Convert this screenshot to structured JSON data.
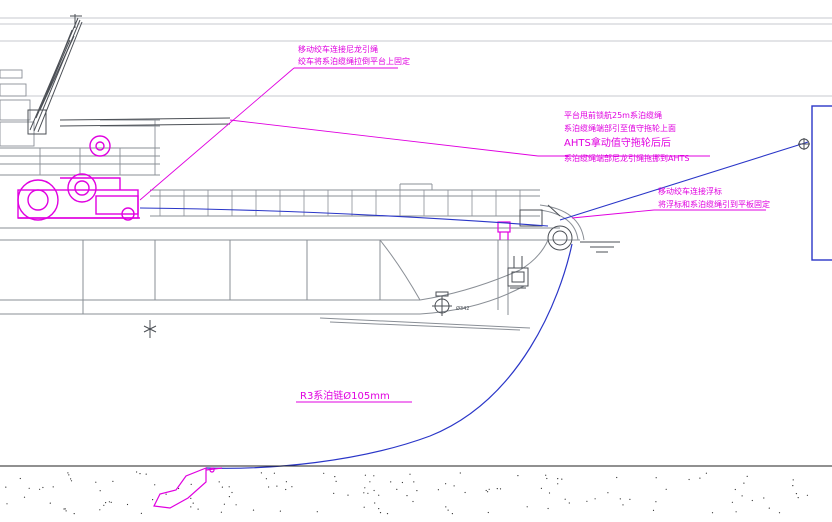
{
  "colors": {
    "background": "#ffffff",
    "hull": "#8a8f96",
    "hull_dark": "#4b4f55",
    "annotation": "#e000e0",
    "chain": "#2a36c8",
    "seabed": "#202020"
  },
  "annotations": {
    "note_winch_line1": "移动绞车连接尼龙引绳",
    "note_winch_line2": "绞车将系泊缆绳拉倒平台上固定",
    "note_platform_line1": "平台甩前锁航25m系泊缆绳",
    "note_platform_line2": "系泊缆绳端部引至值守拖轮上面",
    "note_platform_line3": "AHTS拿动值守拖轮后后",
    "note_platform_line4": "系泊缆绳端部尼龙引绳拖挪到AHTS",
    "note_buoy_line1": "移动绞车连接浮标",
    "note_buoy_line2": "将浮标和系泊缆绳引到平板固定",
    "chain_label": "R3系泊链Ø105mm",
    "hull_mark": "Ø342"
  },
  "icons": {
    "winch": "winch-icon",
    "crane": "crane-icon",
    "fairlead": "fairlead-icon",
    "anchor": "anchor-icon",
    "propeller": "propeller-icon"
  }
}
